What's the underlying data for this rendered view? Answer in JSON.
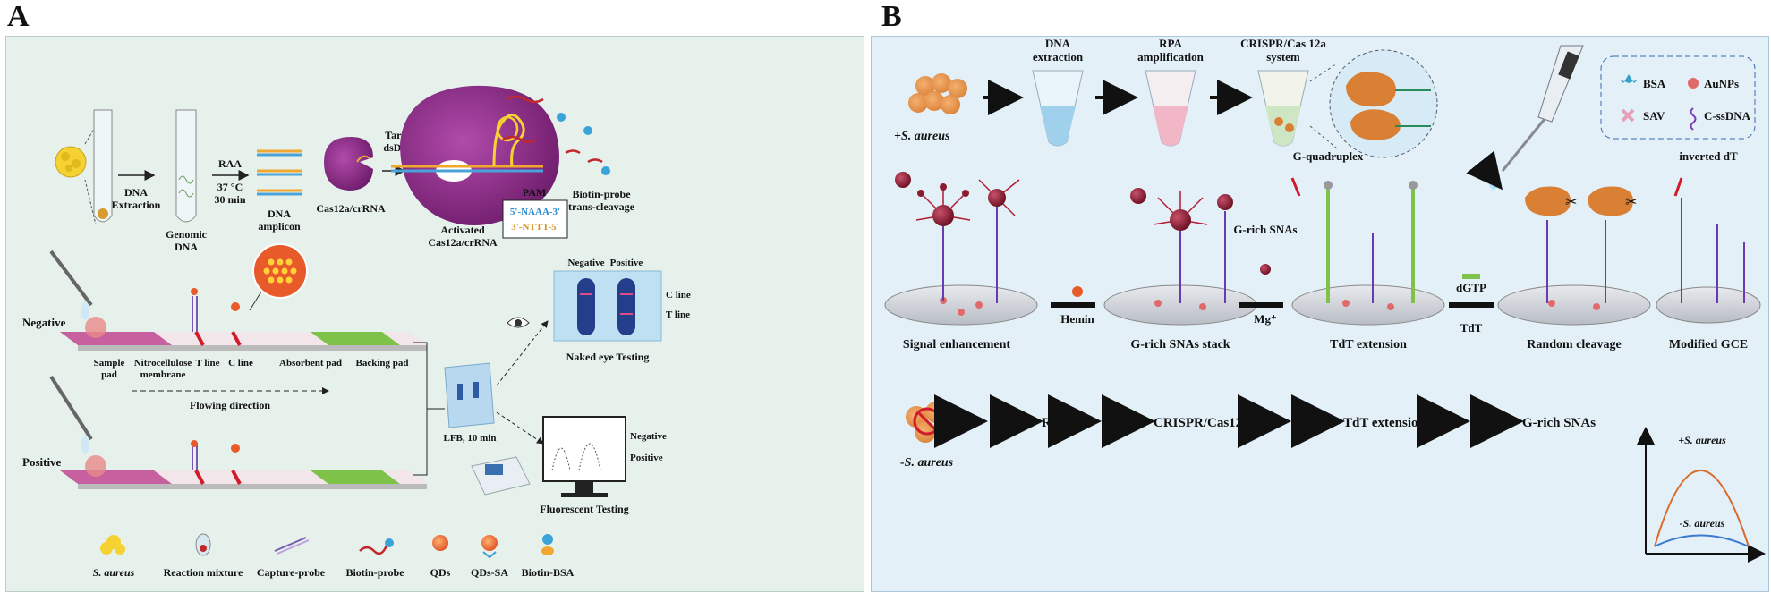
{
  "panels": {
    "a_letter": "A",
    "b_letter": "B"
  },
  "a": {
    "dna_extraction": [
      "DNA",
      "Extraction"
    ],
    "genomic_dna": [
      "Genomic",
      "DNA"
    ],
    "raa": "RAA",
    "raa_temp": "37 °C",
    "raa_time": "30 min",
    "dna_amplicon": [
      "DNA",
      "amplicon"
    ],
    "cas12a_crrna": "Cas12a/crRNA",
    "target_dsdna": [
      "Target",
      "dsDNA"
    ],
    "activated": [
      "Activated",
      "Cas12a/crRNA"
    ],
    "pam": "PAM",
    "pam_seq1": "5'-NAAA-3'",
    "pam_seq2": "3'-NTTT-5'",
    "biotin_cleavage": [
      "Biotin-probe",
      "trans-cleavage"
    ],
    "negative": "Negative",
    "positive": "Positive",
    "sample_pad": [
      "Sample",
      "pad"
    ],
    "nitrocellulose": [
      "Nitrocellulose",
      "membrane"
    ],
    "t_line": "T line",
    "c_line": "C line",
    "absorbent_pad": "Absorbent pad",
    "backing_pad": "Backing pad",
    "flowing_direction": "Flowing direction",
    "strip_negative": "Negative",
    "strip_positive": "Positive",
    "c_line_right": "C line",
    "t_line_right": "T line",
    "naked_eye": "Naked eye Testing",
    "lfb": "LFB, 10 min",
    "fluor_negative": "Negative",
    "fluor_positive": "Positive",
    "fluorescent_testing": "Fluorescent Testing",
    "legend": [
      "S. aureus",
      "Reaction mixture",
      "Capture-probe",
      "Biotin-probe",
      "QDs",
      "QDs-SA",
      "Biotin-BSA"
    ]
  },
  "b": {
    "s_aureus_pos": "+S. aureus",
    "dna_extraction": [
      "DNA",
      "extraction"
    ],
    "rpa_amplification": [
      "RPA",
      "amplification"
    ],
    "crispr_system": [
      "CRISPR/Cas 12a",
      "system"
    ],
    "legend": {
      "bsa": "BSA",
      "aunps": "AuNPs",
      "sav": "SAV",
      "cssdna": "C-ssDNA"
    },
    "g_quadruplex": "G-quadruplex",
    "inverted_dt": "inverted dT",
    "g_rich_snas": "G-rich SNAs",
    "hemin": "Hemin",
    "mg": "Mg⁺",
    "dgtp": "dGTP",
    "tdt": "TdT",
    "steps": [
      "Signal enhancement",
      "G-rich SNAs stack",
      "TdT extension",
      "Random cleavage",
      "Modified GCE"
    ],
    "s_aureus_neg": "-S. aureus",
    "neg_chain": [
      "RPA",
      "CRISPR/Cas12a",
      "TdT extension",
      "G-rich SNAs"
    ],
    "curve_pos": "+S. aureus",
    "curve_neg": "-S. aureus"
  },
  "colors": {
    "bg_a": "#e6f1ec",
    "bg_b": "#e3f0f8",
    "cas12a": "#8a2b86",
    "strip_pink": "#c7609e",
    "strip_green": "#7ec24a",
    "sna": "#8a1d2d",
    "red_line": "#d11a2a"
  }
}
